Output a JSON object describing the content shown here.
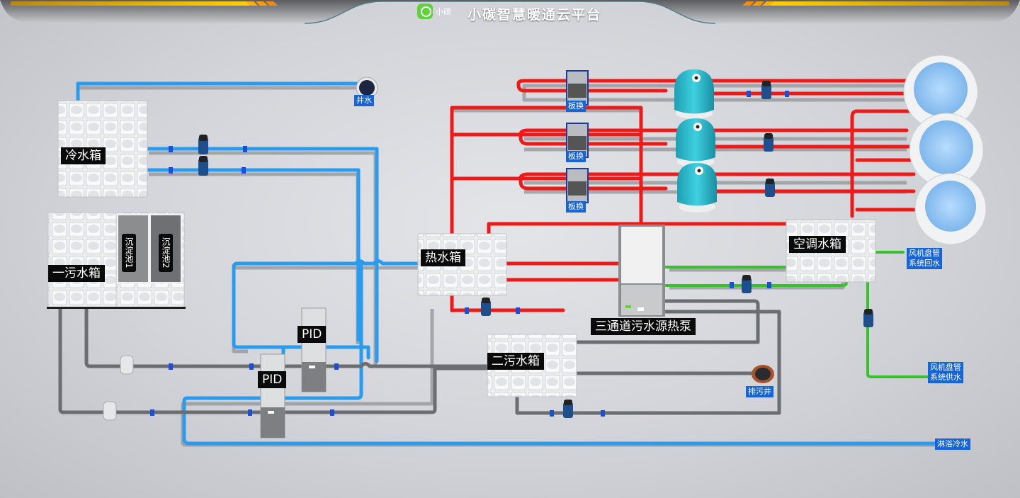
{
  "header": {
    "logo_text": "小碳",
    "title": "小碳智慧暖通云平台",
    "accent_colors": {
      "stripe": "#f5c000",
      "stripe_tip": "#ff8a00"
    }
  },
  "pipe_colors": {
    "cold": "#2a9cf0",
    "hot": "#ee1a1a",
    "chilled": "#36c22a",
    "sewage": "#6a6d72"
  },
  "equipment": {
    "cold_tank": "冷水箱",
    "sewage_tank_1": "一污水箱",
    "settling_tank_1": "沉淀池1",
    "settling_tank_2": "沉淀池2",
    "hot_tank": "热水箱",
    "sewage_tank_2": "二污水箱",
    "heat_pump": "三通道污水源热泵",
    "ac_tank": "空调水箱",
    "pid_1": "PID",
    "pid_2": "PID",
    "plate_exchangers": [
      "板换",
      "板换",
      "板换"
    ]
  },
  "endpoints": {
    "well_water": "井水",
    "drain_well": "排污井",
    "fan_coil_return": [
      "风机盘管",
      "系统回水"
    ],
    "fan_coil_supply": [
      "风机盘管",
      "系统供水"
    ],
    "shower_cold": "淋浴冷水"
  }
}
